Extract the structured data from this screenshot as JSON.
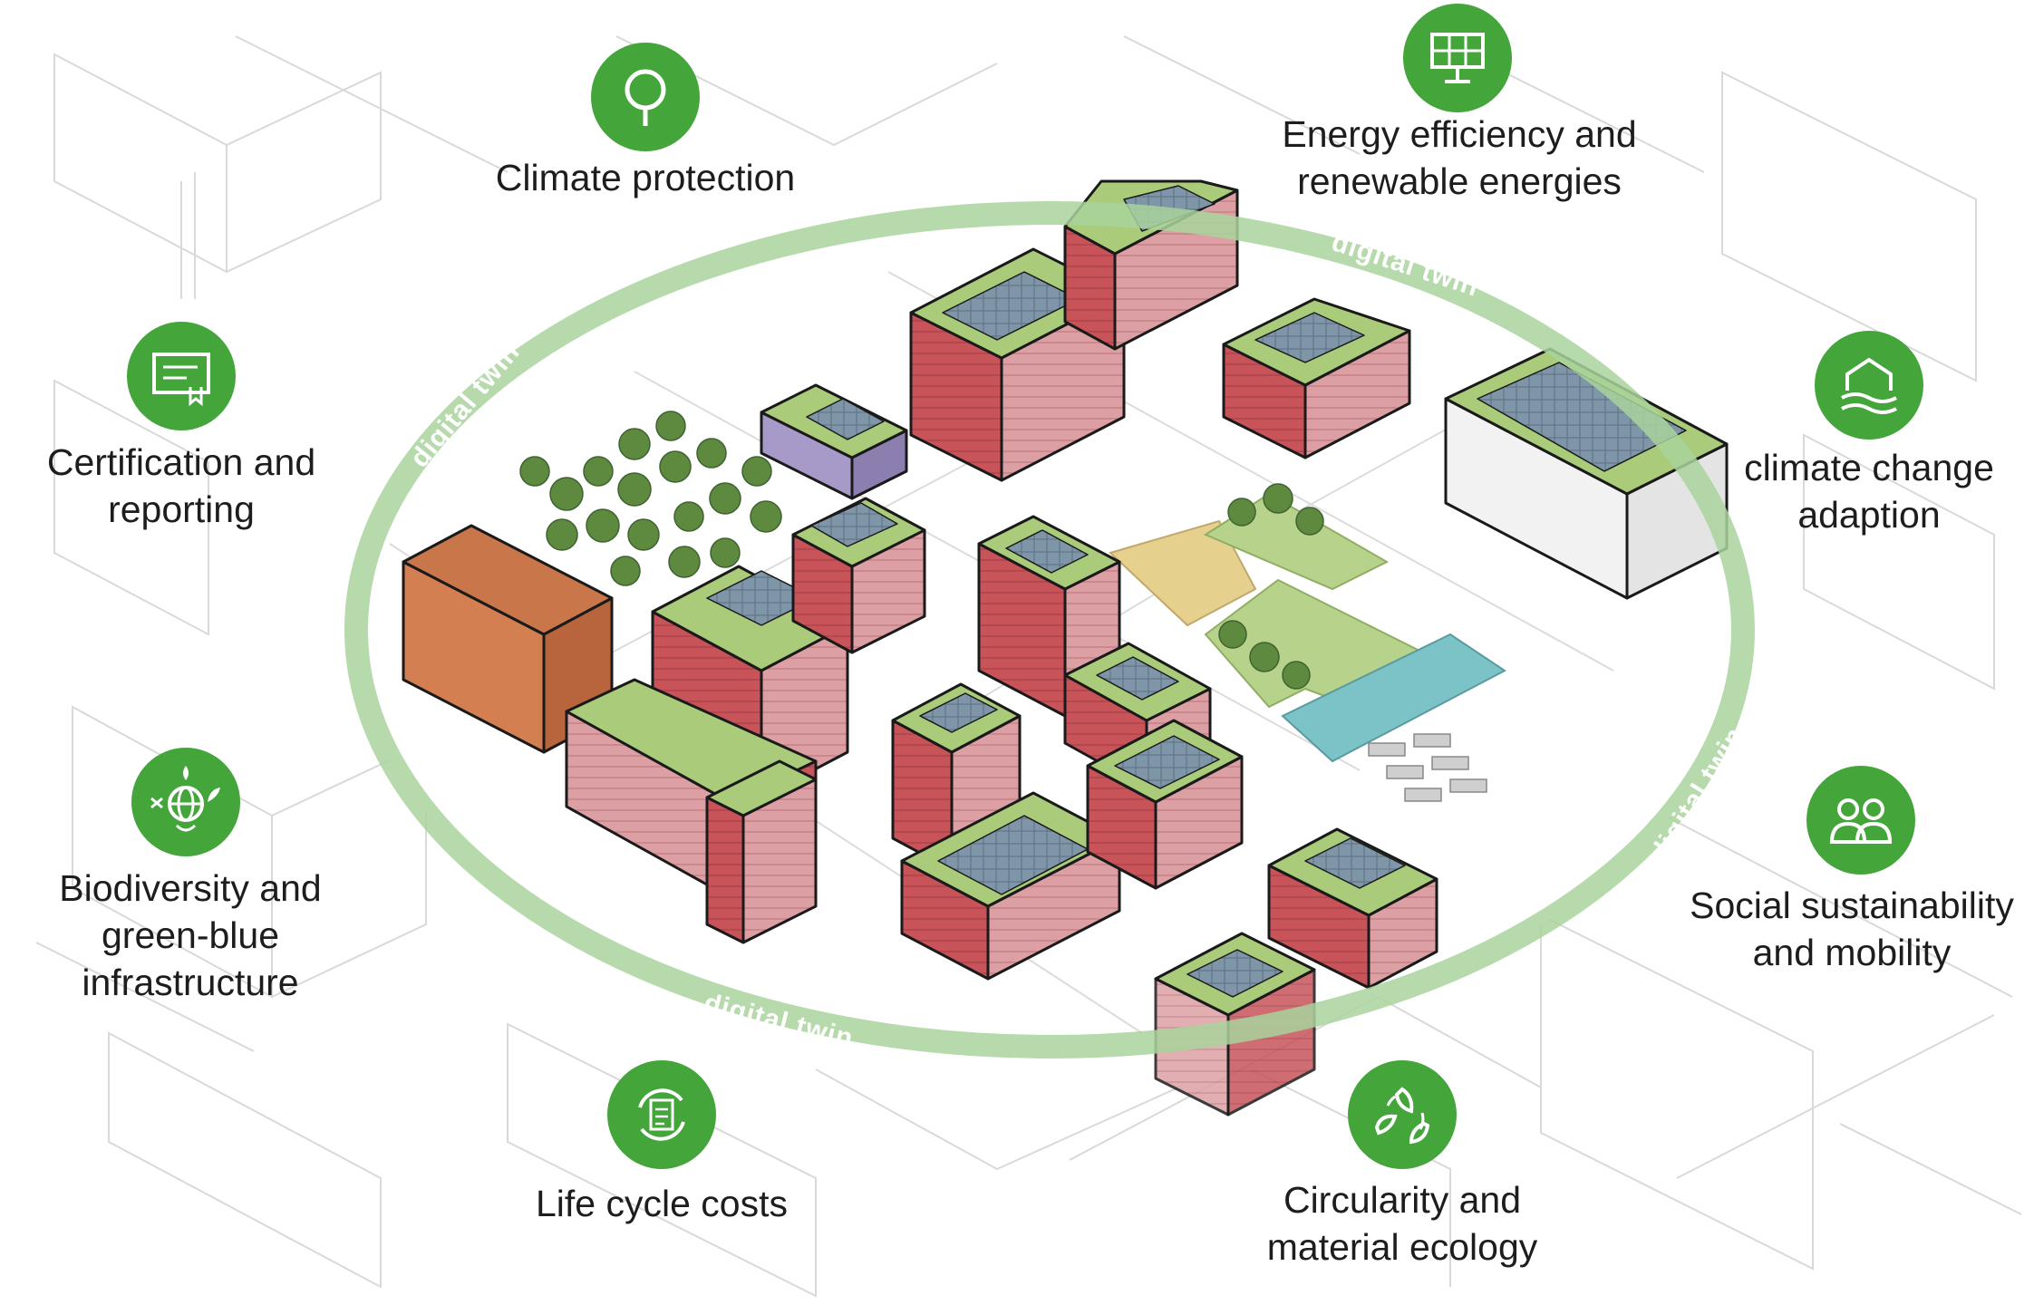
{
  "ring_label": "digital twin",
  "colors": {
    "accent_green": "#43a53a",
    "ring_green": "#a9d39c",
    "roof_green": "#a9cb7a",
    "facade_red": "#c8545a",
    "facade_light": "#dca0a4",
    "solar_blue": "#7f95a8",
    "lilac": "#a89ac8",
    "brick": "#d47f52",
    "playground": "#e6d08e",
    "water": "#7cc3c8",
    "outline_gray": "#cfcfcf"
  },
  "features": [
    {
      "id": "climate-protection",
      "icon": "tree-icon",
      "label": "Climate protection"
    },
    {
      "id": "energy",
      "icon": "solar-panel-icon",
      "label": "Energy efficiency and\nrenewable energies"
    },
    {
      "id": "certification",
      "icon": "certificate-icon",
      "label": "Certification and\nreporting"
    },
    {
      "id": "climate-adaption",
      "icon": "flood-house-icon",
      "label": "climate change\nadaption"
    },
    {
      "id": "biodiversity",
      "icon": "globe-leaf-icon",
      "label": "Biodiversity and\ngreen-blue\ninfrastructure"
    },
    {
      "id": "social",
      "icon": "people-icon",
      "label": "Social sustainability\nand mobility"
    },
    {
      "id": "life-cycle",
      "icon": "recycle-document-icon",
      "label": "Life cycle costs"
    },
    {
      "id": "circularity",
      "icon": "recycle-leaves-icon",
      "label": "Circularity and\nmaterial ecology"
    }
  ]
}
